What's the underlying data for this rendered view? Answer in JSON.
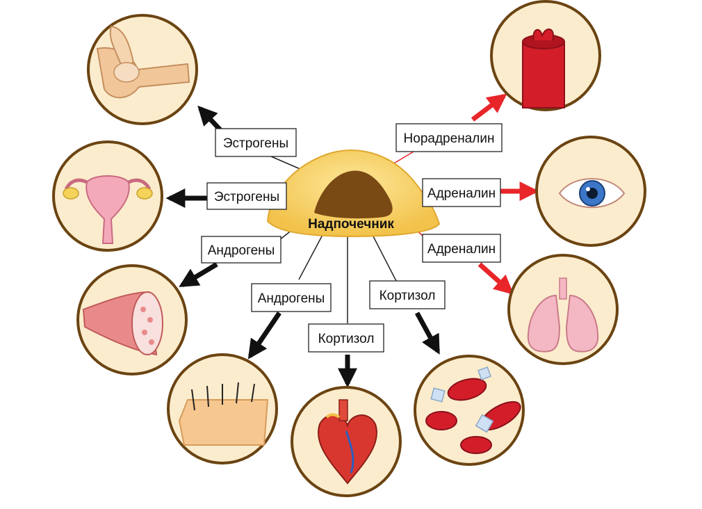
{
  "center": {
    "label": "Надпочечник"
  },
  "hormones": {
    "estrogen_top": "Эстрогены",
    "estrogen_mid": "Эстрогены",
    "androgen_left": "Андрогены",
    "androgen_center": "Андрогены",
    "cortisol_center": "Кортизол",
    "cortisol_right": "Кортизол",
    "noradrenaline": "Норадреналин",
    "adrenaline_upper": "Адреналин",
    "adrenaline_lower": "Адреналин"
  },
  "colors": {
    "cortex": "#f7d06a",
    "medulla": "#7a4a14",
    "arrow_dark": "#111111",
    "arrow_red": "#e8262a",
    "ring_fill": "#fbeccd",
    "ring_stroke": "#6b4412"
  },
  "targets": [
    {
      "icon": "bone-joint-icon"
    },
    {
      "icon": "uterus-icon"
    },
    {
      "icon": "muscle-icon"
    },
    {
      "icon": "skin-hair-icon"
    },
    {
      "icon": "heart-icon"
    },
    {
      "icon": "blood-sugar-icon"
    },
    {
      "icon": "lungs-icon"
    },
    {
      "icon": "eye-icon"
    },
    {
      "icon": "blood-vessel-icon"
    }
  ]
}
